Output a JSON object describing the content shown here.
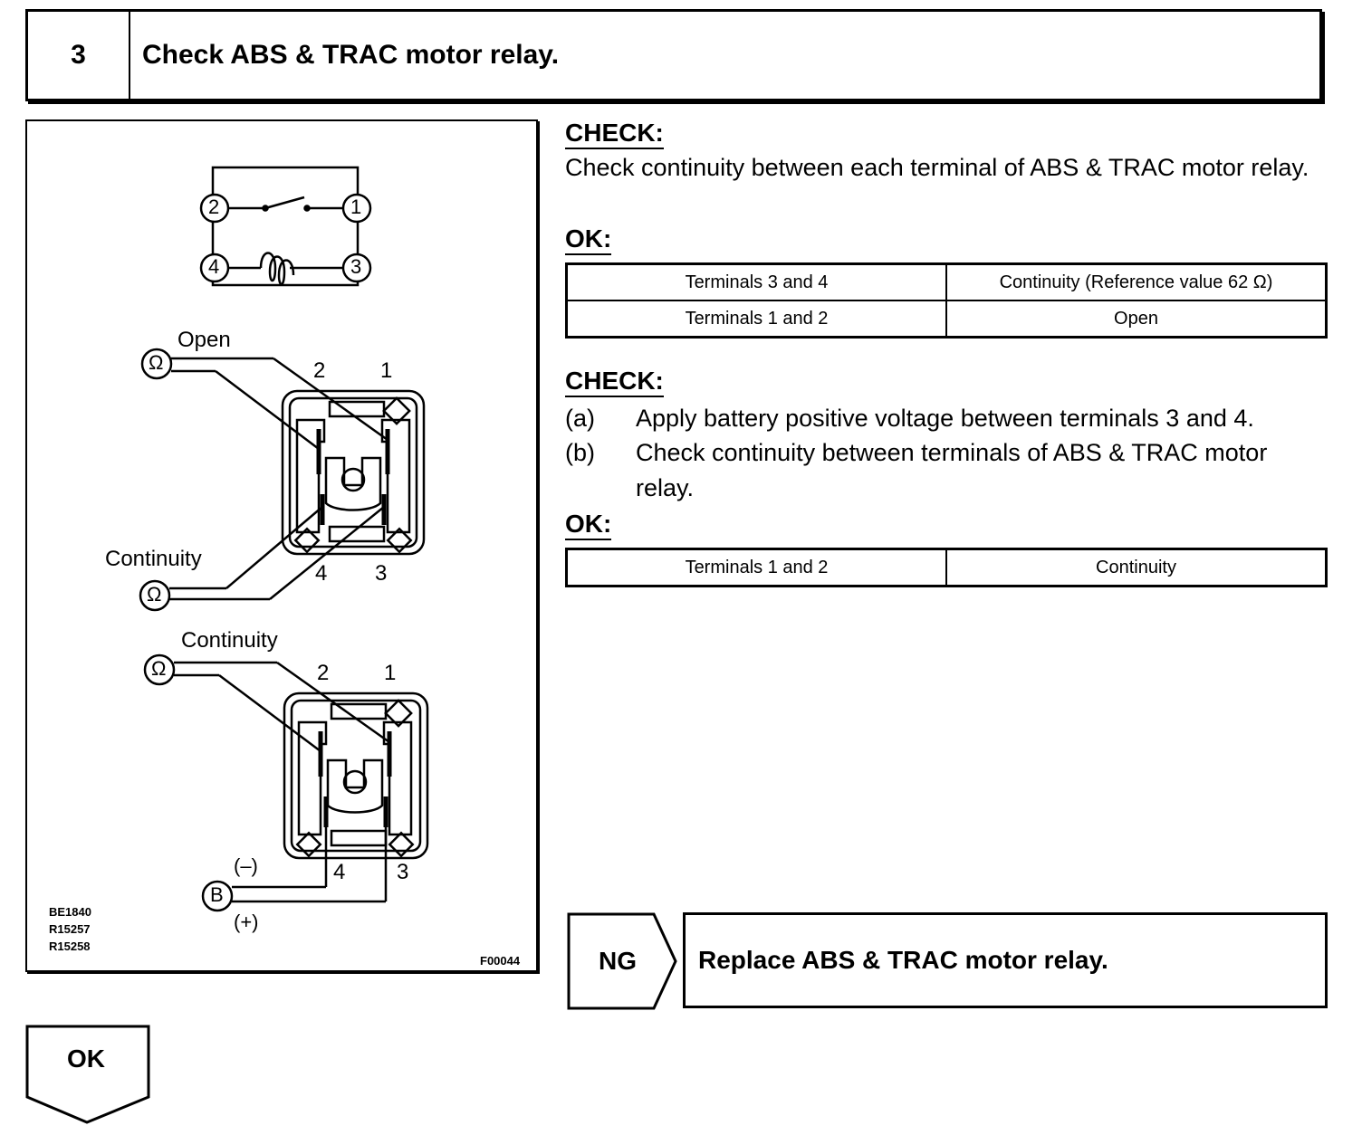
{
  "step": {
    "number": "3",
    "title": "Check ABS & TRAC motor relay."
  },
  "figure": {
    "schematic": {
      "terminals": [
        "2",
        "1",
        "4",
        "3"
      ]
    },
    "relay1": {
      "label_open": "Open",
      "label_continuity": "Continuity",
      "meter_symbol": "Ω",
      "pins": [
        "2",
        "1",
        "4",
        "3"
      ]
    },
    "relay2": {
      "label_continuity": "Continuity",
      "meter_symbol": "Ω",
      "battery_symbol": "B",
      "minus": "(–)",
      "plus": "(+)",
      "pins": [
        "2",
        "1",
        "4",
        "3"
      ]
    },
    "codes": [
      "BE1840",
      "R15257",
      "R15258"
    ],
    "figure_id": "F00044"
  },
  "check1": {
    "heading": "CHECK:",
    "text": "Check continuity between each terminal of ABS & TRAC motor relay.",
    "ok_heading": "OK:",
    "table": [
      [
        "Terminals 3 and 4",
        "Continuity (Reference value 62 Ω)"
      ],
      [
        "Terminals 1 and 2",
        "Open"
      ]
    ]
  },
  "check2": {
    "heading": "CHECK:",
    "items": [
      {
        "label": "(a)",
        "text": "Apply battery positive voltage between terminals 3 and 4."
      },
      {
        "label": "(b)",
        "text": "Check continuity between terminals of ABS & TRAC motor relay."
      }
    ],
    "ok_heading": "OK:",
    "table": [
      [
        "Terminals 1 and 2",
        "Continuity"
      ]
    ]
  },
  "ng": {
    "label": "NG",
    "action": "Replace ABS & TRAC motor relay."
  },
  "ok": {
    "label": "OK"
  }
}
